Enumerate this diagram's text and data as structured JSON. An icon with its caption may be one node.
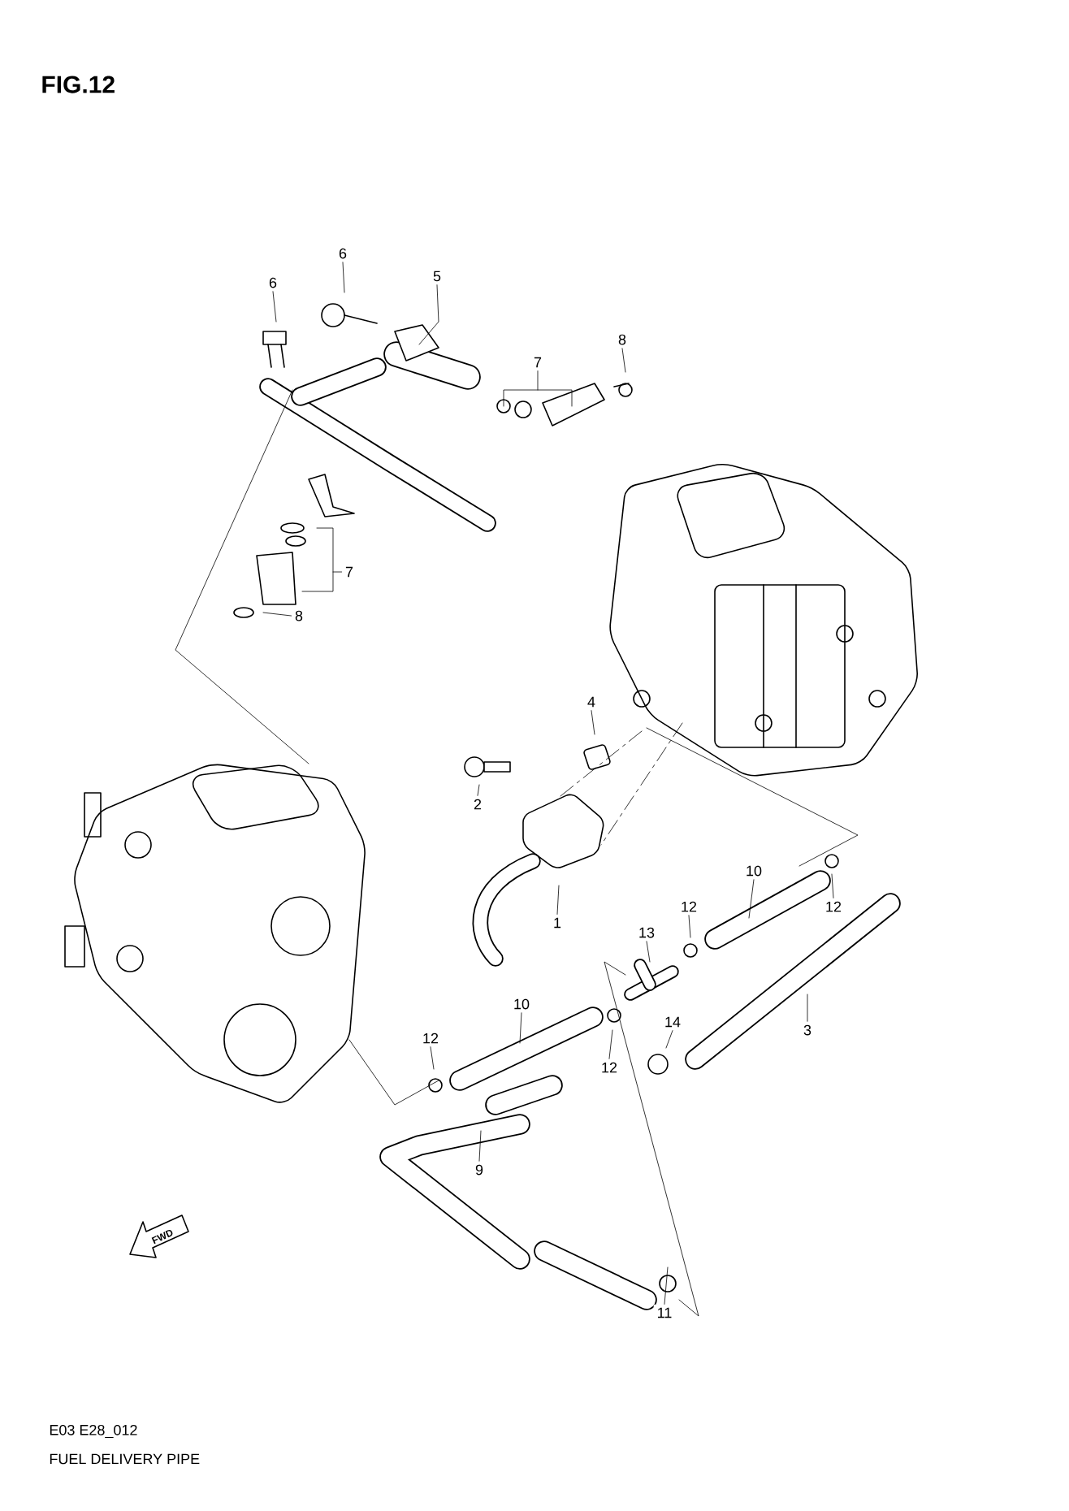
{
  "diagram": {
    "title": "FIG.12",
    "caption": "FUEL DELIVERY PIPE",
    "nodes": [
      {
        "text": [
          "6"
        ]
      },
      {
        "text": [
          "6"
        ]
      },
      {
        "text": [
          "5"
        ]
      },
      {
        "text": [
          "7"
        ]
      },
      {
        "text": [
          "8"
        ]
      },
      {
        "text": [
          "7"
        ]
      },
      {
        "text": [
          "8"
        ]
      },
      {
        "text": [
          "4"
        ]
      },
      {
        "text": [
          "2"
        ]
      },
      {
        "text": [
          "1"
        ]
      },
      {
        "text": [
          "10"
        ]
      },
      {
        "text": [
          "12"
        ]
      },
      {
        "text": [
          "12"
        ]
      },
      {
        "text": [
          "13"
        ]
      },
      {
        "text": [
          "10"
        ]
      },
      {
        "text": [
          "3"
        ]
      },
      {
        "text": [
          "12"
        ]
      },
      {
        "text": [
          "12"
        ]
      },
      {
        "text": [
          "14"
        ]
      },
      {
        "text": [
          "9"
        ]
      },
      {
        "text": [
          "11"
        ]
      }
    ],
    "edges": [
      {
        "from": 0,
        "to": null,
        "arrow": "none"
      },
      {
        "from": 1,
        "to": null,
        "arrow": "none"
      },
      {
        "from": 2,
        "to": null,
        "arrow": "none"
      },
      {
        "from": 3,
        "to": null,
        "arrow": "none"
      },
      {
        "from": 4,
        "to": null,
        "arrow": "none"
      },
      {
        "from": 5,
        "to": null,
        "arrow": "none"
      },
      {
        "from": 6,
        "to": null,
        "arrow": "none"
      },
      {
        "from": 7,
        "to": null,
        "arrow": "none"
      },
      {
        "from": 8,
        "to": null,
        "arrow": "none"
      },
      {
        "from": 9,
        "to": null,
        "arrow": "none"
      },
      {
        "from": 10,
        "to": null,
        "arrow": "none"
      },
      {
        "from": 11,
        "to": null,
        "arrow": "none"
      },
      {
        "from": 12,
        "to": null,
        "arrow": "none"
      },
      {
        "from": 13,
        "to": null,
        "arrow": "none"
      },
      {
        "from": 14,
        "to": null,
        "arrow": "none"
      },
      {
        "from": 15,
        "to": null,
        "arrow": "none"
      },
      {
        "from": 16,
        "to": null,
        "arrow": "none"
      },
      {
        "from": 17,
        "to": null,
        "arrow": "none"
      },
      {
        "from": 18,
        "to": null,
        "arrow": "none"
      },
      {
        "from": 19,
        "to": null,
        "arrow": "none"
      },
      {
        "from": 20,
        "to": null,
        "arrow": "none"
      }
    ],
    "labels": [
      "FWD",
      "E03 E28_012"
    ]
  }
}
